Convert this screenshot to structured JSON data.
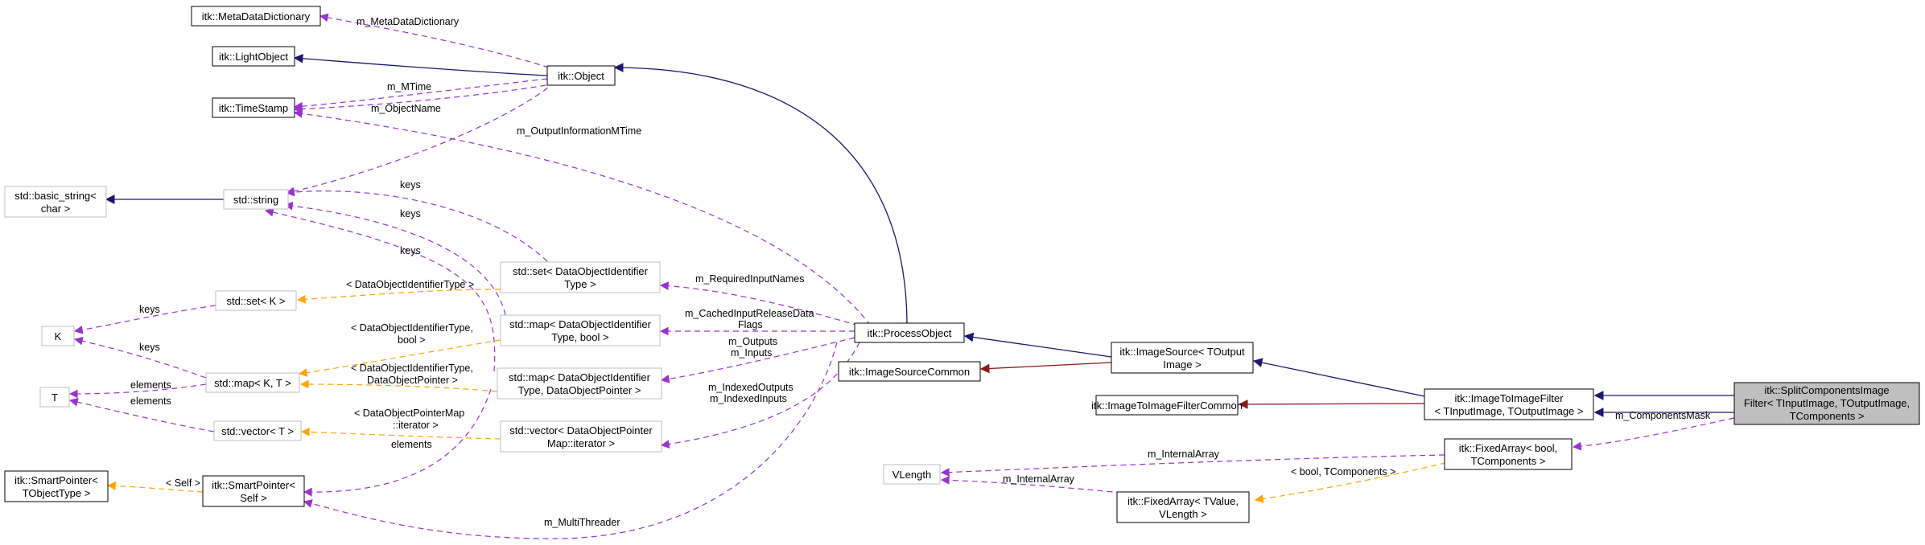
{
  "diagram": {
    "colors": {
      "inheritance": "#191970",
      "private_inheritance": "#8b1a1a",
      "usage": "#9a32cd",
      "template_instance": "#ffa500",
      "focus_fill": "#bfbfbf",
      "external_border": "#bfbfbf"
    },
    "nodes": {
      "metadatadictionary": [
        "itk::MetaDataDictionary"
      ],
      "lightobject": [
        "itk::LightObject"
      ],
      "timestamp": [
        "itk::TimeStamp"
      ],
      "object": [
        "itk::Object"
      ],
      "basic_string": [
        "std::basic_string<",
        "char >"
      ],
      "string": [
        "std::string"
      ],
      "set_k": [
        "std::set< K >"
      ],
      "k": [
        "K"
      ],
      "map_kt": [
        "std::map< K, T >"
      ],
      "t": [
        "T"
      ],
      "vector_t": [
        "std::vector< T >"
      ],
      "smartpointer_tobj": [
        "itk::SmartPointer<",
        "TObjectType >"
      ],
      "smartpointer_self": [
        "itk::SmartPointer<",
        "Self >"
      ],
      "set_doi": [
        "std::set< DataObjectIdentifier",
        "Type >"
      ],
      "map_doi_bool": [
        "std::map< DataObjectIdentifier",
        "Type, bool >"
      ],
      "map_doi_ptr": [
        "std::map< DataObjectIdentifier",
        "Type, DataObjectPointer >"
      ],
      "vector_dopm": [
        "std::vector< DataObjectPointer",
        "Map::iterator >"
      ],
      "processobject": [
        "itk::ProcessObject"
      ],
      "imagesourcecommon": [
        "itk::ImageSourceCommon"
      ],
      "imagesource": [
        "itk::ImageSource< TOutput",
        "Image >"
      ],
      "imagetoimagefiltercommon": [
        "itk::ImageToImageFilterCommon"
      ],
      "imagetoimagefilter": [
        "itk::ImageToImageFilter",
        "< TInputImage, TOutputImage >"
      ],
      "splitcomponents": [
        "itk::SplitComponentsImage",
        "Filter< TInputImage, TOutputImage,",
        "TComponents >"
      ],
      "fixedarray_bool": [
        "itk::FixedArray< bool,",
        "TComponents >"
      ],
      "vlength": [
        "VLength"
      ],
      "fixedarray_tvalue": [
        "itk::FixedArray< TValue,",
        "VLength >"
      ]
    },
    "edge_labels": {
      "m_metadatadictionary": [
        "m_MetaDataDictionary"
      ],
      "m_mtime": [
        "m_MTime"
      ],
      "m_objectname": [
        "m_ObjectName"
      ],
      "m_outputinformationmtime": [
        "m_OutputInformationMTime"
      ],
      "keys_set": [
        "keys"
      ],
      "keys_map_bool": [
        "keys"
      ],
      "keys_map_ptr": [
        "keys"
      ],
      "tpl_set_doi": [
        "< DataObjectIdentifierType >"
      ],
      "keys_k_set": [
        "keys"
      ],
      "tpl_map_doi_bool": [
        "< DataObjectIdentifierType,",
        "bool >"
      ],
      "keys_k_map": [
        "keys"
      ],
      "tpl_map_doi_ptr": [
        "< DataObjectIdentifierType,",
        "DataObjectPointer >"
      ],
      "elements_map": [
        "elements"
      ],
      "elements_vector": [
        "elements"
      ],
      "tpl_vector_dopm": [
        "< DataObjectPointerMap",
        "::iterator >"
      ],
      "elements_sp": [
        "elements"
      ],
      "tpl_self": [
        "< Self >"
      ],
      "m_requiredinputnames": [
        "m_RequiredInputNames"
      ],
      "m_cachedinputreleasedataflags": [
        "m_CachedInputReleaseData",
        "Flags"
      ],
      "m_outputs_inputs": [
        "m_Outputs",
        "m_Inputs"
      ],
      "m_indexed": [
        "m_IndexedOutputs",
        "m_IndexedInputs"
      ],
      "m_multithreader": [
        "m_MultiThreader"
      ],
      "m_componentsmask": [
        "m_ComponentsMask"
      ],
      "m_internalarray_1": [
        "m_InternalArray"
      ],
      "m_internalarray_2": [
        "m_InternalArray"
      ],
      "tpl_bool_tcomponents": [
        "< bool, TComponents >"
      ]
    }
  }
}
